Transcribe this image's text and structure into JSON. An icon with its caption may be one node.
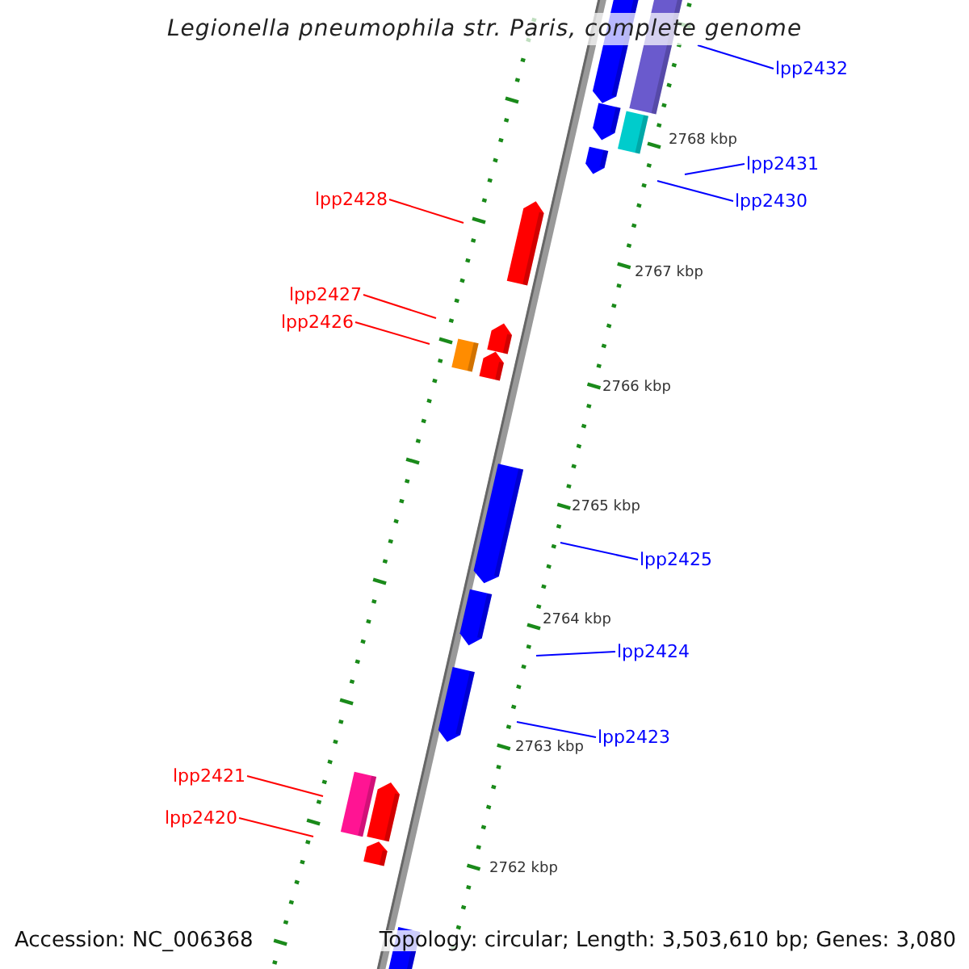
{
  "diagram": {
    "title": "Legionella pneumophila str. Paris, complete genome",
    "nodes": [
      {
        "text": [
          "lpp2432"
        ]
      },
      {
        "text": [
          "lpp2431"
        ]
      },
      {
        "text": [
          "lpp2430"
        ]
      },
      {
        "text": [
          "lpp2428"
        ]
      },
      {
        "text": [
          "lpp2427"
        ]
      },
      {
        "text": [
          "lpp2426"
        ]
      },
      {
        "text": [
          "lpp2425"
        ]
      },
      {
        "text": [
          "lpp2424"
        ]
      },
      {
        "text": [
          "lpp2423"
        ]
      },
      {
        "text": [
          "lpp2421"
        ]
      },
      {
        "text": [
          "lpp2420"
        ]
      }
    ],
    "edges": [
      {
        "from": 0,
        "to": null,
        "arrow": "none"
      },
      {
        "from": 1,
        "to": null,
        "arrow": "none"
      },
      {
        "from": 2,
        "to": null,
        "arrow": "none"
      },
      {
        "from": 3,
        "to": null,
        "arrow": "none",
        "color": "#ff0000"
      },
      {
        "from": 4,
        "to": null,
        "arrow": "none",
        "color": "#ff0000"
      },
      {
        "from": 5,
        "to": null,
        "arrow": "none",
        "color": "#ff0000"
      },
      {
        "from": 6,
        "to": null,
        "arrow": "none"
      },
      {
        "from": 7,
        "to": null,
        "arrow": "none"
      },
      {
        "from": 8,
        "to": null,
        "arrow": "none"
      },
      {
        "from": 9,
        "to": null,
        "arrow": "none",
        "color": "#ff0000"
      },
      {
        "from": 10,
        "to": null,
        "arrow": "none",
        "color": "#ff0000"
      }
    ],
    "labels": [
      "2768 kbp",
      "2767 kbp",
      "2766 kbp",
      "2765 kbp",
      "2764 kbp",
      "2763 kbp",
      "2762 kbp",
      "Accession: NC_006368",
      "Topology: circular; Length: 3,503,610 bp; Genes: 3,080"
    ]
  }
}
